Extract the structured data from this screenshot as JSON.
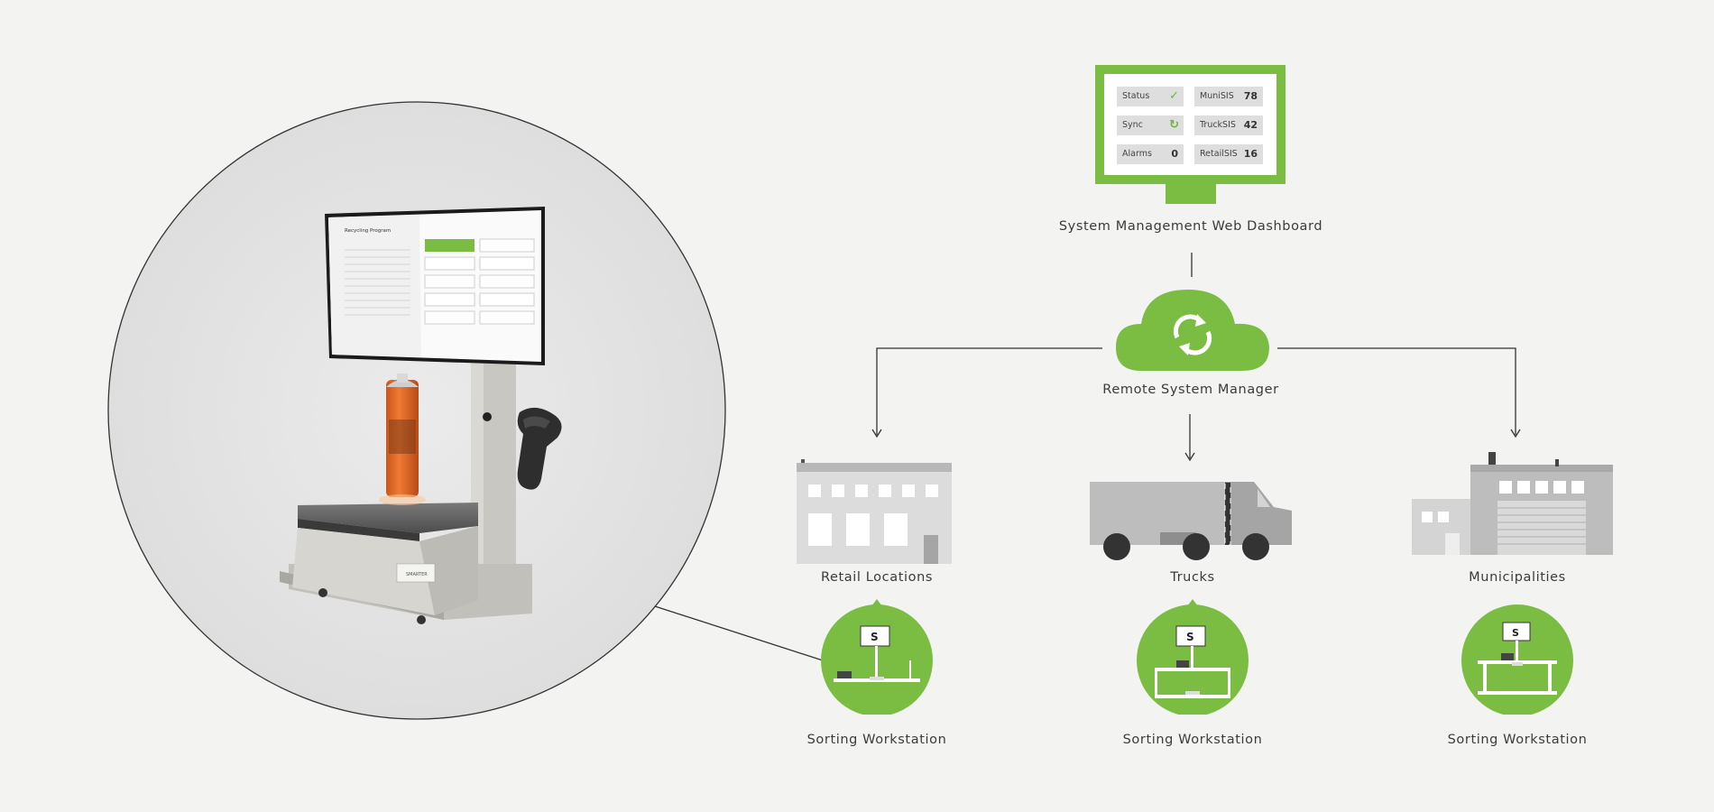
{
  "dashboard": {
    "title": "System Management Web Dashboard",
    "tiles": [
      {
        "label": "Status",
        "icon": "check-icon"
      },
      {
        "label": "Sync",
        "icon": "sync-icon"
      },
      {
        "label": "Alarms",
        "value": "0"
      },
      {
        "label": "MuniSIS",
        "value": "78"
      },
      {
        "label": "TruckSIS",
        "value": "42"
      },
      {
        "label": "RetailSIS",
        "value": "16"
      }
    ]
  },
  "manager": {
    "title": "Remote System Manager",
    "icon": "sync-icon"
  },
  "nodes": [
    {
      "title": "Retail Locations",
      "icon": "retail-building-icon",
      "workstation": "Sorting Workstation"
    },
    {
      "title": "Trucks",
      "icon": "truck-icon",
      "workstation": "Sorting Workstation"
    },
    {
      "title": "Municipalities",
      "icon": "municipal-building-icon",
      "workstation": "Sorting Workstation"
    }
  ],
  "device_screen": {
    "heading": "Recycling Program"
  },
  "brand": {
    "logo_text": "SMARTER"
  },
  "colors": {
    "accent": "#7bbd42",
    "gray": "#bdbdbd",
    "background": "#f3f3f2"
  }
}
